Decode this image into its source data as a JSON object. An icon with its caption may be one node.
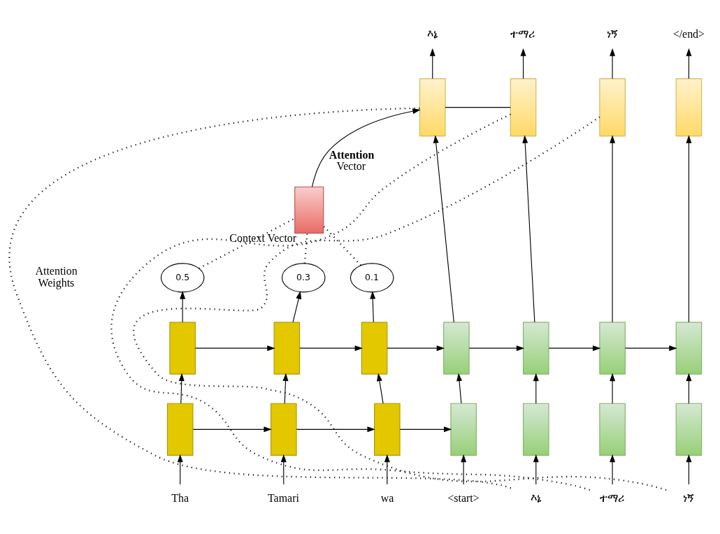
{
  "diagram": {
    "nodes": [
      {
        "text": [
          "እኔ"
        ]
      },
      {
        "text": [
          "ተማሪ"
        ]
      },
      {
        "text": [
          "ነኝ"
        ]
      },
      {
        "text": [
          "</end>"
        ]
      },
      {
        "text": [],
        "shape": "box"
      },
      {
        "text": [],
        "shape": "box"
      },
      {
        "text": [],
        "shape": "box"
      },
      {
        "text": [],
        "shape": "box"
      },
      {
        "text": [],
        "shape": "box",
        "beside": [
          "Context Vector"
        ]
      },
      {
        "text": [
          "0.5"
        ]
      },
      {
        "text": [
          "0.3"
        ]
      },
      {
        "text": [
          "0.1"
        ]
      },
      {
        "text": [],
        "shape": "box"
      },
      {
        "text": [],
        "shape": "box"
      },
      {
        "text": [],
        "shape": "box"
      },
      {
        "text": [],
        "shape": "box"
      },
      {
        "text": [],
        "shape": "box"
      },
      {
        "text": [],
        "shape": "box"
      },
      {
        "text": [],
        "shape": "box"
      },
      {
        "text": [],
        "shape": "box"
      },
      {
        "text": [],
        "shape": "box"
      },
      {
        "text": [],
        "shape": "box"
      },
      {
        "text": [],
        "shape": "box"
      },
      {
        "text": [],
        "shape": "box"
      },
      {
        "text": [],
        "shape": "box"
      },
      {
        "text": [],
        "shape": "box"
      },
      {
        "text": [
          "Tha"
        ]
      },
      {
        "text": [
          "Tamari"
        ]
      },
      {
        "text": [
          "wa"
        ]
      },
      {
        "text": [
          "<start>"
        ]
      },
      {
        "text": [
          "እኔ"
        ]
      },
      {
        "text": [
          "ተማሪ"
        ]
      },
      {
        "text": [
          "ነኝ"
        ]
      }
    ],
    "edges": [
      {
        "from": 26,
        "to": 19,
        "arrow": "to"
      },
      {
        "from": 27,
        "to": 20,
        "arrow": "to"
      },
      {
        "from": 28,
        "to": 21,
        "arrow": "to"
      },
      {
        "from": 29,
        "to": 22,
        "arrow": "to"
      },
      {
        "from": 30,
        "to": 23,
        "arrow": "to"
      },
      {
        "from": 31,
        "to": 24,
        "arrow": "to"
      },
      {
        "from": 32,
        "to": 25,
        "arrow": "to"
      },
      {
        "from": 19,
        "to": 20,
        "arrow": "to"
      },
      {
        "from": 20,
        "to": 21,
        "arrow": "to"
      },
      {
        "from": 21,
        "to": 22,
        "arrow": "to"
      },
      {
        "from": 19,
        "to": 12,
        "arrow": "to"
      },
      {
        "from": 20,
        "to": 13,
        "arrow": "to"
      },
      {
        "from": 21,
        "to": 14,
        "arrow": "to"
      },
      {
        "from": 22,
        "to": 15,
        "arrow": "to"
      },
      {
        "from": 23,
        "to": 16,
        "arrow": "to"
      },
      {
        "from": 24,
        "to": 17,
        "arrow": "to"
      },
      {
        "from": 25,
        "to": 18,
        "arrow": "to"
      },
      {
        "from": 12,
        "to": 13,
        "arrow": "to"
      },
      {
        "from": 13,
        "to": 14,
        "arrow": "to"
      },
      {
        "from": 14,
        "to": 15,
        "arrow": "to"
      },
      {
        "from": 15,
        "to": 16,
        "arrow": "to"
      },
      {
        "from": 16,
        "to": 17,
        "arrow": "to"
      },
      {
        "from": 17,
        "to": 18,
        "arrow": "to"
      },
      {
        "from": 12,
        "to": 9,
        "arrow": "to"
      },
      {
        "from": 13,
        "to": 10,
        "arrow": "to"
      },
      {
        "from": 14,
        "to": 11,
        "arrow": "to"
      },
      {
        "from": 9,
        "to": 8,
        "arrow": "none",
        "style": "dashed"
      },
      {
        "from": 10,
        "to": 8,
        "arrow": "none",
        "style": "dashed"
      },
      {
        "from": 11,
        "to": 8,
        "arrow": "none",
        "style": "dashed"
      },
      {
        "from": 8,
        "to": 4,
        "arrow": "to",
        "label": "**Attention** Vector"
      },
      {
        "from": 15,
        "to": 4,
        "arrow": "to"
      },
      {
        "from": 16,
        "to": 5,
        "arrow": "to"
      },
      {
        "from": 17,
        "to": 6,
        "arrow": "to"
      },
      {
        "from": 18,
        "to": 7,
        "arrow": "to"
      },
      {
        "from": 4,
        "to": 0,
        "arrow": "to"
      },
      {
        "from": 5,
        "to": 1,
        "arrow": "to"
      },
      {
        "from": 6,
        "to": 2,
        "arrow": "to"
      },
      {
        "from": 7,
        "to": 3,
        "arrow": "to"
      },
      {
        "from": 4,
        "to": 5,
        "arrow": "none"
      },
      {
        "from": 4,
        "to": 30,
        "arrow": "none",
        "style": "dashed"
      },
      {
        "from": 5,
        "to": 31,
        "arrow": "none",
        "style": "dashed"
      },
      {
        "from": 6,
        "to": 32,
        "arrow": "none",
        "style": "dashed"
      }
    ],
    "labels": [
      "Attention Weights"
    ]
  }
}
